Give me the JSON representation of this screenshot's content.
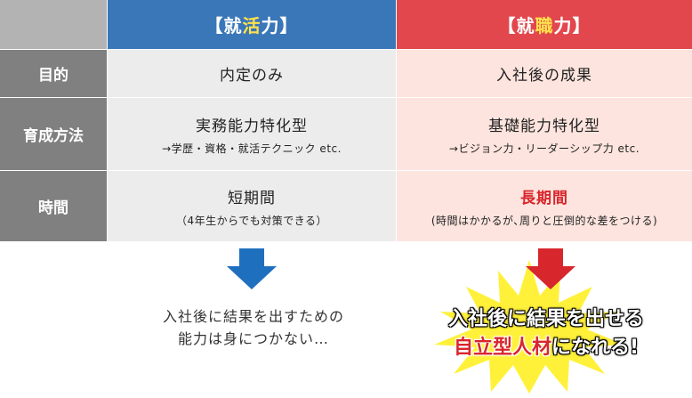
{
  "header": {
    "left_pre": "【就",
    "left_accent": "活",
    "left_post": "力】",
    "right_pre": "【就",
    "right_accent": "職",
    "right_post": "力】"
  },
  "rows": [
    {
      "label": "目的",
      "left_main": "内定のみ",
      "right_main": "入社後の成果"
    },
    {
      "label": "育成方法",
      "left_main": "実務能力特化型",
      "left_sub": "→学歴・資格・就活テクニック etc.",
      "right_main": "基礎能力特化型",
      "right_sub": "→ビジョン力・リーダーシップ力 etc."
    },
    {
      "label": "時間",
      "left_main": "短期間",
      "left_sub": "（4年生からでも対策できる）",
      "right_main": "長期間",
      "right_sub": "(時間はかかるが､周りと圧倒的な差をつける)"
    }
  ],
  "colors": {
    "left_accent": "#3a77b9",
    "right_accent": "#e2474e",
    "left_arrow": "#1f6fbf",
    "right_arrow": "#d8262d",
    "burst": "#fff13a"
  },
  "left_result": {
    "line1": "入社後に結果を出すための",
    "line2": "能力は身につかない…"
  },
  "right_result": {
    "line1": "入社後に結果を出せる",
    "line2_red": "自立型人材",
    "line2_rest": "になれる!"
  }
}
